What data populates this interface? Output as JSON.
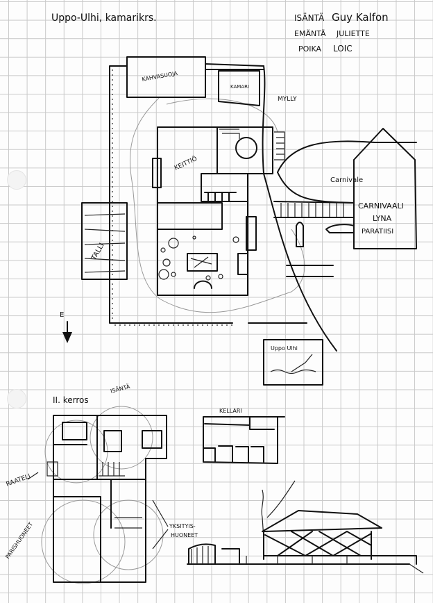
{
  "title": "Uppo-Ulhi, kamarikrs.",
  "residents": [
    {
      "role": "ISÄNTÄ",
      "name": "Guy Kalfon"
    },
    {
      "role": "EMÄNTÄ",
      "name": "JULIETTE"
    },
    {
      "role": "POIKA",
      "name": "LOIC"
    }
  ],
  "ground_floor": {
    "kahvasuoja": "KAHVASUOJA",
    "kamari": "KAMARI",
    "mylly": "MYLLY",
    "keittio": "KEITTIÖ",
    "talli": "TALLI",
    "carnivale": "Carnivale",
    "carnival_tent": [
      "CARNIVAALI",
      "LYNA",
      "PARATIISI"
    ],
    "sign": "Uppo Ulhi",
    "compass": "E"
  },
  "second_floor": {
    "title": "II. kerros",
    "isanta": "ISÄNTÄ",
    "raateli": "RAATELI",
    "parishuoneet": "PARISHUONEET",
    "yksityis": [
      "YKSITYIS-",
      "HUONEET"
    ]
  },
  "cellar": {
    "title": "KELLARI"
  }
}
